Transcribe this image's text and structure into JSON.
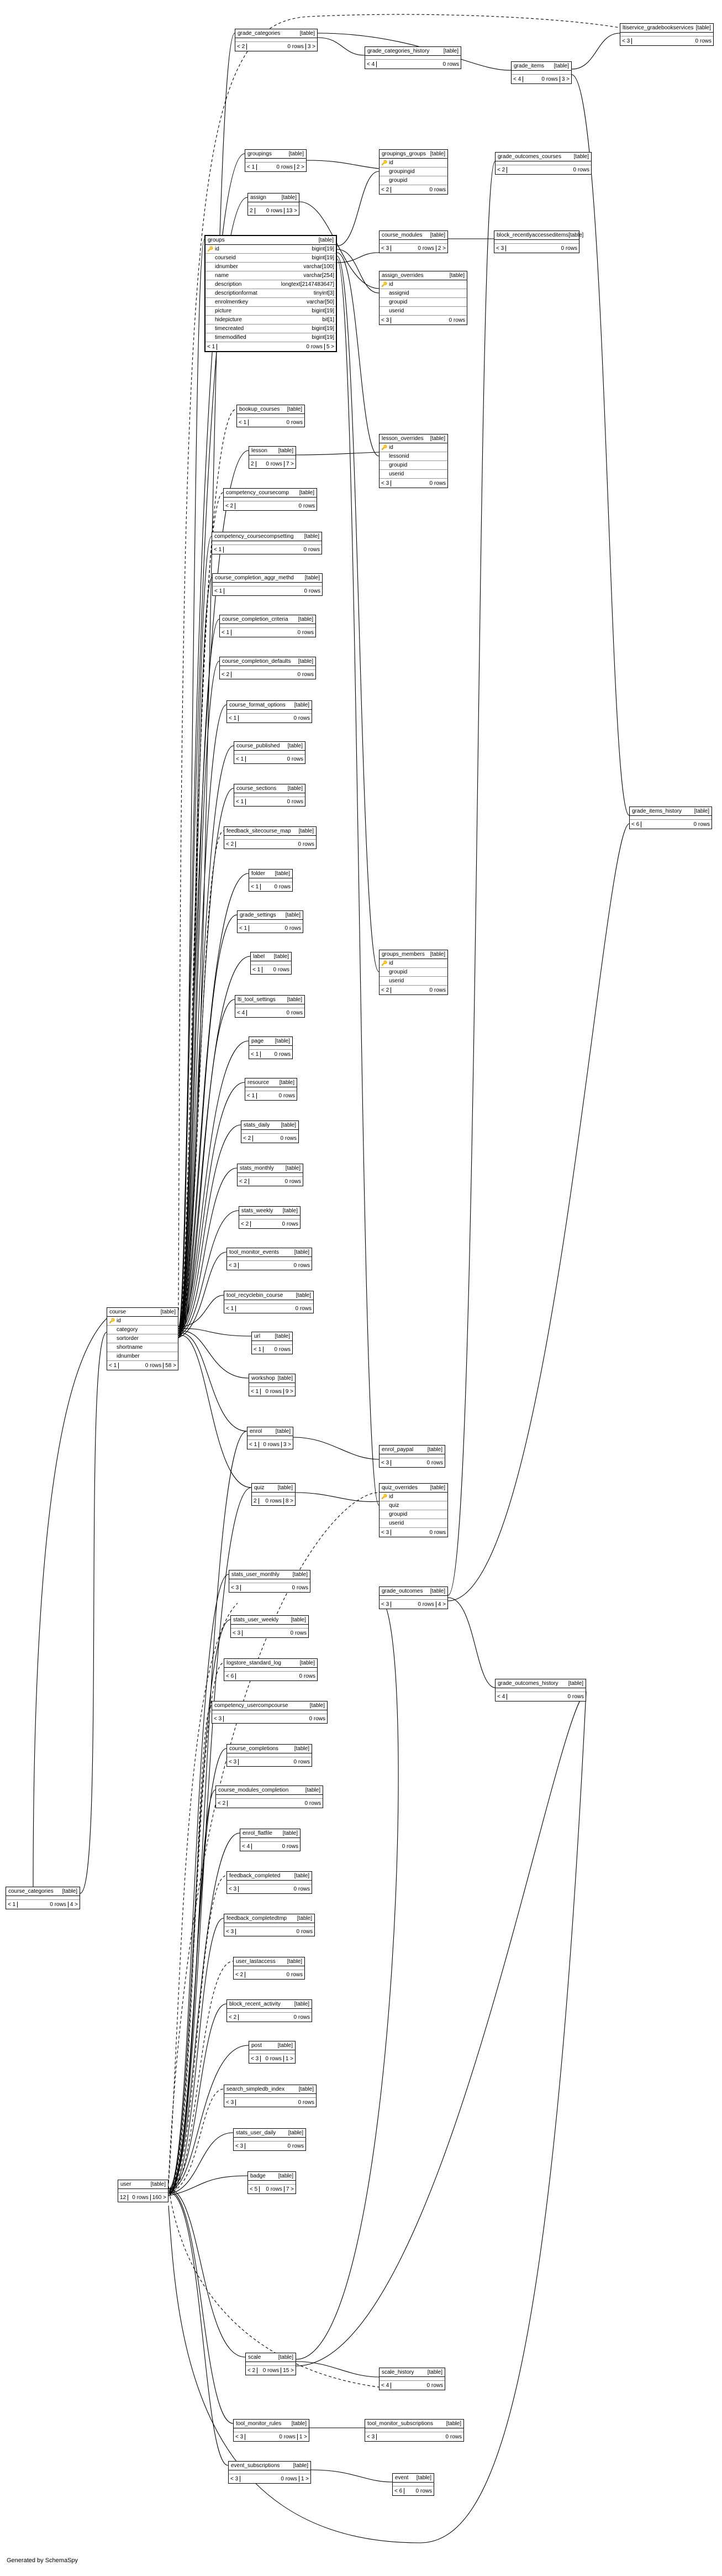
{
  "credit": "Generated by SchemaSpy",
  "tables": [
    {
      "id": "t_grade_categories",
      "name": "grade_categories",
      "type": "[table]",
      "footer": {
        "left": "< 2",
        "mid": "0 rows",
        "right": "3 >"
      }
    },
    {
      "id": "t_grade_categories_history",
      "name": "grade_categories_history",
      "type": "[table]",
      "footer": {
        "left": "< 4",
        "mid": "0 rows",
        "right": ""
      }
    },
    {
      "id": "t_grade_items",
      "name": "grade_items",
      "type": "[table]",
      "footer": {
        "left": "< 4",
        "mid": "0 rows",
        "right": "3 >"
      }
    },
    {
      "id": "t_lti_service",
      "name": "ltiservice_gradebookservices",
      "type": "[table]",
      "footer": {
        "left": "< 3",
        "mid": "0 rows",
        "right": ""
      }
    },
    {
      "id": "t_groupings",
      "name": "groupings",
      "type": "[table]",
      "footer": {
        "left": "< 1",
        "mid": "0 rows",
        "right": "2 >"
      }
    },
    {
      "id": "t_groupings_groups",
      "name": "groupings_groups",
      "type": "[table]",
      "columns": [
        {
          "key": "🔑",
          "name": "id",
          "type": ""
        },
        {
          "key": "",
          "name": "groupingid",
          "type": ""
        },
        {
          "key": "",
          "name": "groupid",
          "type": ""
        }
      ],
      "footer": {
        "left": "< 2",
        "mid": "0 rows",
        "right": ""
      }
    },
    {
      "id": "t_grade_outcomes_courses",
      "name": "grade_outcomes_courses",
      "type": "[table]",
      "footer": {
        "left": "< 2",
        "mid": "0 rows",
        "right": ""
      }
    },
    {
      "id": "t_assign",
      "name": "assign",
      "type": "[table]",
      "footer": {
        "left": "2",
        "mid": "0 rows",
        "right": "13 >"
      }
    },
    {
      "id": "t_course_modules",
      "name": "course_modules",
      "type": "[table]",
      "footer": {
        "left": "< 3",
        "mid": "0 rows",
        "right": "2 >"
      }
    },
    {
      "id": "t_block_recent",
      "name": "block_recentlyaccesseditems",
      "type": "[table]",
      "footer": {
        "left": "< 3",
        "mid": "0 rows",
        "right": ""
      }
    },
    {
      "id": "t_groups",
      "name": "groups",
      "type": "[table]",
      "columns": [
        {
          "key": "🔑",
          "name": "id",
          "type": "bigint[19]"
        },
        {
          "key": "",
          "name": "courseid",
          "type": "bigint[19]"
        },
        {
          "key": "",
          "name": "idnumber",
          "type": "varchar[100]"
        },
        {
          "key": "",
          "name": "name",
          "type": "varchar[254]"
        },
        {
          "key": "",
          "name": "description",
          "type": "longtext[2147483647]"
        },
        {
          "key": "",
          "name": "descriptionformat",
          "type": "tinyint[3]"
        },
        {
          "key": "",
          "name": "enrolmentkey",
          "type": "varchar[50]"
        },
        {
          "key": "",
          "name": "picture",
          "type": "bigint[19]"
        },
        {
          "key": "",
          "name": "hidepicture",
          "type": "bit[1]"
        },
        {
          "key": "",
          "name": "timecreated",
          "type": "bigint[19]"
        },
        {
          "key": "",
          "name": "timemodified",
          "type": "bigint[19]"
        }
      ],
      "footer": {
        "left": "< 1",
        "mid": "0 rows",
        "right": "5 >"
      }
    },
    {
      "id": "t_assign_overrides",
      "name": "assign_overrides",
      "type": "[table]",
      "columns": [
        {
          "key": "🔑",
          "name": "id",
          "type": ""
        },
        {
          "key": "",
          "name": "assignid",
          "type": ""
        },
        {
          "key": "",
          "name": "groupid",
          "type": ""
        },
        {
          "key": "",
          "name": "userid",
          "type": ""
        }
      ],
      "footer": {
        "left": "< 3",
        "mid": "0 rows",
        "right": ""
      }
    },
    {
      "id": "t_bookup_courses",
      "name": "bookup_courses",
      "type": "[table]",
      "footer": {
        "left": "< 1",
        "mid": "0 rows",
        "right": ""
      }
    },
    {
      "id": "t_lesson",
      "name": "lesson",
      "type": "[table]",
      "footer": {
        "left": "2",
        "mid": "0 rows",
        "right": "7 >"
      }
    },
    {
      "id": "t_lesson_overrides",
      "name": "lesson_overrides",
      "type": "[table]",
      "columns": [
        {
          "key": "🔑",
          "name": "id",
          "type": ""
        },
        {
          "key": "",
          "name": "lessonid",
          "type": ""
        },
        {
          "key": "",
          "name": "groupid",
          "type": ""
        },
        {
          "key": "",
          "name": "userid",
          "type": ""
        }
      ],
      "footer": {
        "left": "< 3",
        "mid": "0 rows",
        "right": ""
      }
    },
    {
      "id": "t_comp_coursecomp",
      "name": "competency_coursecomp",
      "type": "[table]",
      "footer": {
        "left": "< 2",
        "mid": "0 rows",
        "right": ""
      }
    },
    {
      "id": "t_comp_coursecompsetting",
      "name": "competency_coursecompsetting",
      "type": "[table]",
      "footer": {
        "left": "< 1",
        "mid": "0 rows",
        "right": ""
      }
    },
    {
      "id": "t_cc_aggr",
      "name": "course_completion_aggr_methd",
      "type": "[table]",
      "footer": {
        "left": "< 1",
        "mid": "0 rows",
        "right": ""
      }
    },
    {
      "id": "t_cc_criteria",
      "name": "course_completion_criteria",
      "type": "[table]",
      "footer": {
        "left": "< 1",
        "mid": "0 rows",
        "right": ""
      }
    },
    {
      "id": "t_cc_defaults",
      "name": "course_completion_defaults",
      "type": "[table]",
      "footer": {
        "left": "< 2",
        "mid": "0 rows",
        "right": ""
      }
    },
    {
      "id": "t_course_format",
      "name": "course_format_options",
      "type": "[table]",
      "footer": {
        "left": "< 1",
        "mid": "0 rows",
        "right": ""
      }
    },
    {
      "id": "t_course_published",
      "name": "course_published",
      "type": "[table]",
      "footer": {
        "left": "< 1",
        "mid": "0 rows",
        "right": ""
      }
    },
    {
      "id": "t_course_sections",
      "name": "course_sections",
      "type": "[table]",
      "footer": {
        "left": "< 1",
        "mid": "0 rows",
        "right": ""
      }
    },
    {
      "id": "t_feedback_map",
      "name": "feedback_sitecourse_map",
      "type": "[table]",
      "footer": {
        "left": "< 2",
        "mid": "0 rows",
        "right": ""
      }
    },
    {
      "id": "t_grade_items_history",
      "name": "grade_items_history",
      "type": "[table]",
      "footer": {
        "left": "< 6",
        "mid": "0 rows",
        "right": ""
      }
    },
    {
      "id": "t_folder",
      "name": "folder",
      "type": "[table]",
      "footer": {
        "left": "< 1",
        "mid": "0 rows",
        "right": ""
      }
    },
    {
      "id": "t_grade_settings",
      "name": "grade_settings",
      "type": "[table]",
      "footer": {
        "left": "< 1",
        "mid": "0 rows",
        "right": ""
      }
    },
    {
      "id": "t_label",
      "name": "label",
      "type": "[table]",
      "footer": {
        "left": "< 1",
        "mid": "0 rows",
        "right": ""
      }
    },
    {
      "id": "t_lti_tool_settings",
      "name": "lti_tool_settings",
      "type": "[table]",
      "footer": {
        "left": "< 4",
        "mid": "0 rows",
        "right": ""
      }
    },
    {
      "id": "t_groups_members",
      "name": "groups_members",
      "type": "[table]",
      "columns": [
        {
          "key": "🔑",
          "name": "id",
          "type": ""
        },
        {
          "key": "",
          "name": "groupid",
          "type": ""
        },
        {
          "key": "",
          "name": "userid",
          "type": ""
        }
      ],
      "footer": {
        "left": "< 2",
        "mid": "0 rows",
        "right": ""
      }
    },
    {
      "id": "t_page",
      "name": "page",
      "type": "[table]",
      "footer": {
        "left": "< 1",
        "mid": "0 rows",
        "right": ""
      }
    },
    {
      "id": "t_resource",
      "name": "resource",
      "type": "[table]",
      "footer": {
        "left": "< 1",
        "mid": "0 rows",
        "right": ""
      }
    },
    {
      "id": "t_stats_daily",
      "name": "stats_daily",
      "type": "[table]",
      "footer": {
        "left": "< 2",
        "mid": "0 rows",
        "right": ""
      }
    },
    {
      "id": "t_stats_monthly",
      "name": "stats_monthly",
      "type": "[table]",
      "footer": {
        "left": "< 2",
        "mid": "0 rows",
        "right": ""
      }
    },
    {
      "id": "t_stats_weekly",
      "name": "stats_weekly",
      "type": "[table]",
      "footer": {
        "left": "< 2",
        "mid": "0 rows",
        "right": ""
      }
    },
    {
      "id": "t_tool_monitor_events",
      "name": "tool_monitor_events",
      "type": "[table]",
      "footer": {
        "left": "< 3",
        "mid": "0 rows",
        "right": ""
      }
    },
    {
      "id": "t_tool_recyclebin",
      "name": "tool_recyclebin_course",
      "type": "[table]",
      "footer": {
        "left": "< 1",
        "mid": "0 rows",
        "right": ""
      }
    },
    {
      "id": "t_course",
      "name": "course",
      "type": "[table]",
      "columns": [
        {
          "key": "🔑",
          "name": "id",
          "type": ""
        },
        {
          "key": "",
          "name": "category",
          "type": ""
        },
        {
          "key": "",
          "name": "sortorder",
          "type": ""
        },
        {
          "key": "",
          "name": "shortname",
          "type": ""
        },
        {
          "key": "",
          "name": "idnumber",
          "type": ""
        }
      ],
      "footer": {
        "left": "< 1",
        "mid": "0 rows",
        "right": "58 >"
      }
    },
    {
      "id": "t_url",
      "name": "url",
      "type": "[table]",
      "footer": {
        "left": "< 1",
        "mid": "0 rows",
        "right": ""
      }
    },
    {
      "id": "t_workshop",
      "name": "workshop",
      "type": "[table]",
      "footer": {
        "left": "< 1",
        "mid": "0 rows",
        "right": "9 >"
      }
    },
    {
      "id": "t_enrol",
      "name": "enrol",
      "type": "[table]",
      "footer": {
        "left": "< 1",
        "mid": "0 rows",
        "right": "3 >"
      }
    },
    {
      "id": "t_enrol_paypal",
      "name": "enrol_paypal",
      "type": "[table]",
      "footer": {
        "left": "< 3",
        "mid": "0 rows",
        "right": ""
      }
    },
    {
      "id": "t_quiz",
      "name": "quiz",
      "type": "[table]",
      "footer": {
        "left": "2",
        "mid": "0 rows",
        "right": "8 >"
      }
    },
    {
      "id": "t_quiz_overrides",
      "name": "quiz_overrides",
      "type": "[table]",
      "columns": [
        {
          "key": "🔑",
          "name": "id",
          "type": ""
        },
        {
          "key": "",
          "name": "quiz",
          "type": ""
        },
        {
          "key": "",
          "name": "groupid",
          "type": ""
        },
        {
          "key": "",
          "name": "userid",
          "type": ""
        }
      ],
      "footer": {
        "left": "< 3",
        "mid": "0 rows",
        "right": ""
      }
    },
    {
      "id": "t_stats_user_monthly",
      "name": "stats_user_monthly",
      "type": "[table]",
      "footer": {
        "left": "< 3",
        "mid": "0 rows",
        "right": ""
      }
    },
    {
      "id": "t_grade_outcomes",
      "name": "grade_outcomes",
      "type": "[table]",
      "footer": {
        "left": "< 3",
        "mid": "0 rows",
        "right": "4 >"
      }
    },
    {
      "id": "t_stats_user_weekly",
      "name": "stats_user_weekly",
      "type": "[table]",
      "footer": {
        "left": "< 3",
        "mid": "0 rows",
        "right": ""
      }
    },
    {
      "id": "t_logstore",
      "name": "logstore_standard_log",
      "type": "[table]",
      "footer": {
        "left": "< 6",
        "mid": "0 rows",
        "right": ""
      }
    },
    {
      "id": "t_grade_outcomes_history",
      "name": "grade_outcomes_history",
      "type": "[table]",
      "footer": {
        "left": "< 4",
        "mid": "0 rows",
        "right": ""
      }
    },
    {
      "id": "t_comp_usercompcourse",
      "name": "competency_usercompcourse",
      "type": "[table]",
      "footer": {
        "left": "< 3",
        "mid": "0 rows",
        "right": ""
      }
    },
    {
      "id": "t_course_completions",
      "name": "course_completions",
      "type": "[table]",
      "footer": {
        "left": "< 3",
        "mid": "0 rows",
        "right": ""
      }
    },
    {
      "id": "t_course_modules_completion",
      "name": "course_modules_completion",
      "type": "[table]",
      "footer": {
        "left": "< 2",
        "mid": "0 rows",
        "right": ""
      }
    },
    {
      "id": "t_enrol_flatfile",
      "name": "enrol_flatfile",
      "type": "[table]",
      "footer": {
        "left": "< 4",
        "mid": "0 rows",
        "right": ""
      }
    },
    {
      "id": "t_feedback_completed",
      "name": "feedback_completed",
      "type": "[table]",
      "footer": {
        "left": "< 3",
        "mid": "0 rows",
        "right": ""
      }
    },
    {
      "id": "t_course_categories",
      "name": "course_categories",
      "type": "[table]",
      "footer": {
        "left": "< 1",
        "mid": "0 rows",
        "right": "4 >"
      }
    },
    {
      "id": "t_feedback_completedtmp",
      "name": "feedback_completedtmp",
      "type": "[table]",
      "footer": {
        "left": "< 3",
        "mid": "0 rows",
        "right": ""
      }
    },
    {
      "id": "t_user_lastaccess",
      "name": "user_lastaccess",
      "type": "[table]",
      "footer": {
        "left": "< 2",
        "mid": "0 rows",
        "right": ""
      }
    },
    {
      "id": "t_block_recent_activity",
      "name": "block_recent_activity",
      "type": "[table]",
      "footer": {
        "left": "< 2",
        "mid": "0 rows",
        "right": ""
      }
    },
    {
      "id": "t_post",
      "name": "post",
      "type": "[table]",
      "footer": {
        "left": "< 3",
        "mid": "0 rows",
        "right": "1 >"
      }
    },
    {
      "id": "t_search_index",
      "name": "search_simpledb_index",
      "type": "[table]",
      "footer": {
        "left": "< 3",
        "mid": "0 rows",
        "right": ""
      }
    },
    {
      "id": "t_stats_user_daily",
      "name": "stats_user_daily",
      "type": "[table]",
      "footer": {
        "left": "< 3",
        "mid": "0 rows",
        "right": ""
      }
    },
    {
      "id": "t_user",
      "name": "user",
      "type": "[table]",
      "footer": {
        "left": "12",
        "mid": "0 rows",
        "right": "160 >"
      }
    },
    {
      "id": "t_badge",
      "name": "badge",
      "type": "[table]",
      "footer": {
        "left": "< 5",
        "mid": "0 rows",
        "right": "7 >"
      }
    },
    {
      "id": "t_scale",
      "name": "scale",
      "type": "[table]",
      "footer": {
        "left": "< 2",
        "mid": "0 rows",
        "right": "15 >"
      }
    },
    {
      "id": "t_scale_history",
      "name": "scale_history",
      "type": "[table]",
      "footer": {
        "left": "< 4",
        "mid": "0 rows",
        "right": ""
      }
    },
    {
      "id": "t_tool_monitor_rules",
      "name": "tool_monitor_rules",
      "type": "[table]",
      "footer": {
        "left": "< 3",
        "mid": "0 rows",
        "right": "1 >"
      }
    },
    {
      "id": "t_tool_monitor_subs",
      "name": "tool_monitor_subscriptions",
      "type": "[table]",
      "footer": {
        "left": "< 3",
        "mid": "0 rows",
        "right": ""
      }
    },
    {
      "id": "t_event_subscriptions",
      "name": "event_subscriptions",
      "type": "[table]",
      "footer": {
        "left": "< 3",
        "mid": "0 rows",
        "right": "1 >"
      }
    },
    {
      "id": "t_event",
      "name": "event",
      "type": "[table]",
      "footer": {
        "left": "< 6",
        "mid": "0 rows",
        "right": ""
      }
    }
  ]
}
